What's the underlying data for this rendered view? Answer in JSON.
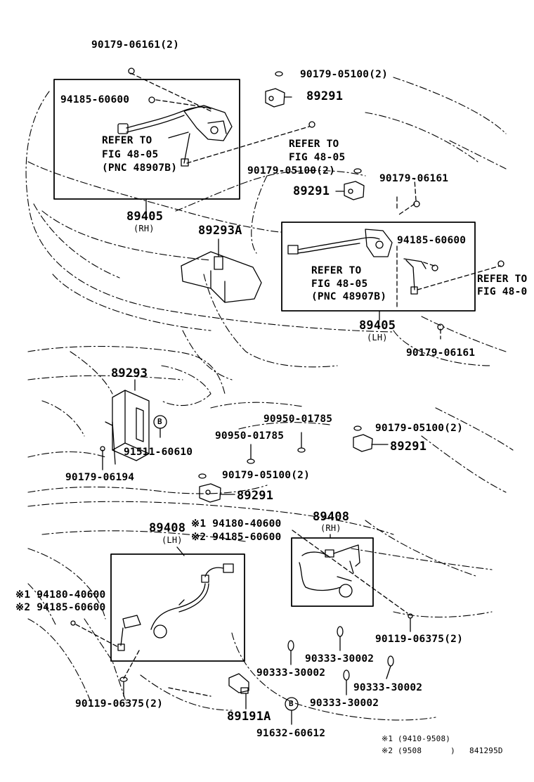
{
  "labels": {
    "p_90179_06161_2_top": "90179-06161(2)",
    "p_90179_05100_2_a": "90179-05100(2)",
    "p_94185_60600_rh": "94185-60600",
    "p_89291_a": "89291",
    "refer_rh_1": "REFER TO",
    "refer_rh_2": "FIG 48-05",
    "refer_rh_3": "(PNC 48907B)",
    "refer_mid_1": "REFER TO",
    "refer_mid_2": "FIG 48-05",
    "p_90179_05100_2_b": "90179-05100(2)",
    "p_89291_b": "89291",
    "p_90179_06161_right": "90179-06161",
    "p_89405_rh": "89405",
    "rh_1": "(RH)",
    "p_89293A": "89293A",
    "p_94185_60600_lh": "94185-60600",
    "refer_lh_1": "REFER TO",
    "refer_lh_2": "FIG 48-05",
    "refer_lh_3": "(PNC 48907B)",
    "refer_right_1": "REFER TO",
    "refer_right_2": "FIG 48-0",
    "p_89405_lh": "89405",
    "lh_1": "(LH)",
    "p_90179_06161_lower": "90179-06161",
    "p_89293": "89293",
    "p_90950_01785_a": "90950-01785",
    "p_90950_01785_b": "90950-01785",
    "p_90179_05100_2_c": "90179-05100(2)",
    "p_89291_c": "89291",
    "p_91511_60610": "91511-60610",
    "p_90179_06194": "90179-06194",
    "p_90179_05100_2_d": "90179-05100(2)",
    "p_89291_d": "89291",
    "p_89408_rh": "89408",
    "rh_2": "(RH)",
    "p_89408_lh": "89408",
    "lh_2": "(LH)",
    "m1_94180_40600_mid": "※1 94180-40600",
    "m2_94185_60600_mid": "※2 94185-60600",
    "m1_94180_40600_left": "※1 94180-40600",
    "m2_94185_60600_left": "※2 94185-60600",
    "p_90119_06375_2_right": "90119-06375(2)",
    "p_90333_30002_a": "90333-30002",
    "p_90333_30002_b": "90333-30002",
    "p_90333_30002_c": "90333-30002",
    "p_90333_30002_d": "90333-30002",
    "p_90119_06375_2_left": "90119-06375(2)",
    "p_89191A": "89191A",
    "p_91632_60612": "91632-60612",
    "note_1": "※1 (9410-9508)",
    "note_2": "※2 (9508      )",
    "drawing_no": "841295D",
    "callout_b": "B"
  }
}
